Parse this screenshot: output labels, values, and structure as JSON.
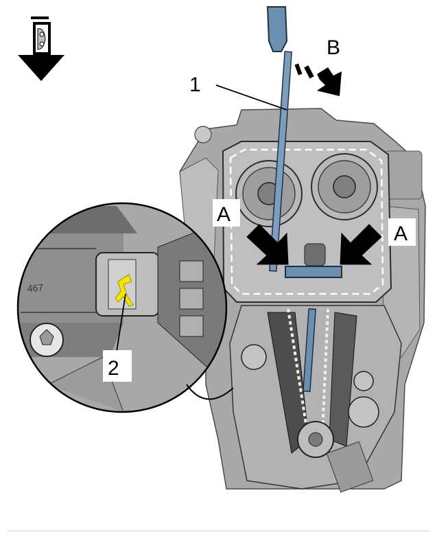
{
  "figure": {
    "callouts": {
      "tool": "1",
      "marking": "2",
      "press_left": "A",
      "press_right": "A",
      "turn_direction": "B"
    },
    "case_marking_text": "467",
    "icons": {
      "orientation": "belt-side-view-icon",
      "pointer": "pointer-arrow-icon",
      "turn": "motion-arrow-icon"
    },
    "colors": {
      "tool": "#6b8fb0",
      "marking": "#f2e600",
      "engine_gray": "#9c9c9c",
      "outline": "#000000"
    }
  }
}
